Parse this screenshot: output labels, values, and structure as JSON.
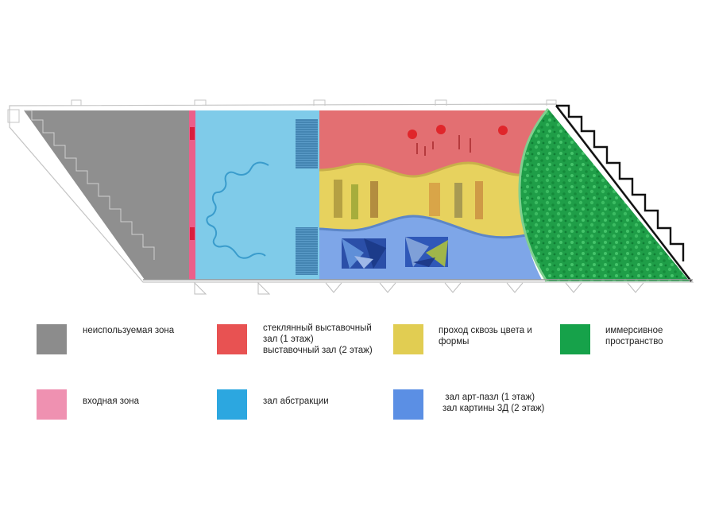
{
  "diagram": {
    "zone_colors": {
      "unused": "#8f8f8f",
      "entrance": "#ec5f8a",
      "abstraction": "#7fcbe9",
      "glass_hall": "#e36f72",
      "passage": "#e7d25e",
      "art_puzzle": "#7ea6e8",
      "immersive": "#1fa34a",
      "outline": "#b5b5b5"
    }
  },
  "legend": [
    {
      "id": "unused",
      "color": "#8c8c8c",
      "lines": [
        "неиспользуемая зона"
      ]
    },
    {
      "id": "glass-hall",
      "color": "#e85252",
      "lines": [
        "стеклянный выставочный",
        "зал (1 этаж)",
        "выставочный зал (2 этаж)"
      ]
    },
    {
      "id": "passage",
      "color": "#e1cd52",
      "lines": [
        "проход сквозь цвета и",
        "формы"
      ]
    },
    {
      "id": "immersive",
      "color": "#16a24a",
      "lines": [
        "иммерсивное",
        "пространство"
      ]
    },
    {
      "id": "entrance",
      "color": "#ef91b1",
      "lines": [
        "входная зона"
      ]
    },
    {
      "id": "abstraction",
      "color": "#2ca7e0",
      "lines": [
        "зал абстракции"
      ]
    },
    {
      "id": "art-puzzle",
      "color": "#5b8fe4",
      "lines": [
        " зал арт-пазл (1 этаж)",
        "зал картины 3Д (2 этаж)"
      ]
    }
  ]
}
